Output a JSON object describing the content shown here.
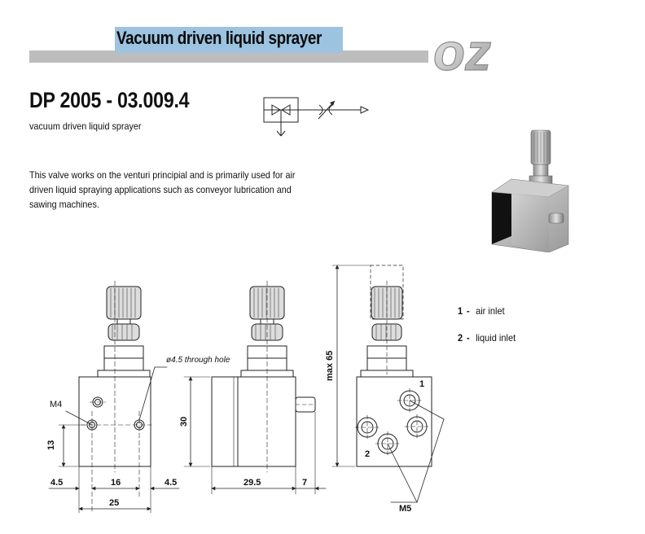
{
  "header": {
    "title": "Vacuum driven liquid sprayer",
    "logo_text": "oz"
  },
  "product": {
    "code": "DP 2005 - 03.009.4",
    "subtitle": "vacuum driven liquid sprayer",
    "description": "This valve works on the venturi principial and is primarily used for air driven liquid spraying applications such as conveyor lubrication and sawing machines."
  },
  "legend": [
    {
      "num": "1",
      "dash": "-",
      "label": "air inlet"
    },
    {
      "num": "2",
      "dash": "-",
      "label": "liquid inlet"
    }
  ],
  "drawing": {
    "labels": {
      "through_hole": "ø4.5 through hole",
      "m4": "M4",
      "m5": "M5",
      "max65": "max 65",
      "port1": "1",
      "port2": "2"
    },
    "dimensions": {
      "d13": "13",
      "d30": "30",
      "d4_5_left": "4.5",
      "d16": "16",
      "d4_5_right": "4.5",
      "d25": "25",
      "d29_5": "29.5",
      "d7": "7"
    }
  },
  "colors": {
    "title_highlight": "#9cc3e0",
    "header_bar": "#bdbdbd"
  }
}
